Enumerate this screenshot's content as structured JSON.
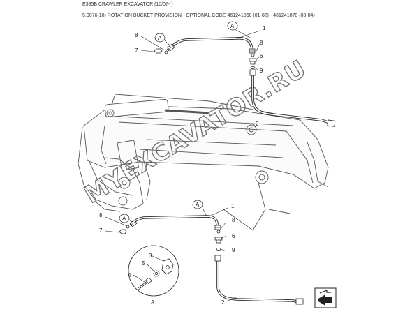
{
  "header": {
    "title": "E385B CRAWLER EXCAVATOR (10/07- )",
    "subtitle": "5.0076(10) ROTATION BUCKET PROVISION - OPTIONAL CODE 461241068 (01-02) - 461241078 (03-04)"
  },
  "callouts": {
    "upper": {
      "a_tag": "A",
      "a_left": "A",
      "n1": "1",
      "n8": "8",
      "n6": "6",
      "n9": "9",
      "n2": "2",
      "n8_left": "8",
      "n7_left": "7"
    },
    "lower": {
      "a_tag": "A",
      "a_left": "A",
      "n1": "1",
      "n8": "8",
      "n6": "6",
      "n9": "9",
      "n2": "2",
      "n8_left": "8",
      "n7_left": "7"
    },
    "detail": {
      "n3": "3",
      "n5": "5",
      "n4": "4",
      "label": "A"
    }
  },
  "watermark": "MYEXCAVATOR.RU",
  "icons": {
    "nav": "next-page-arrow-icon"
  }
}
